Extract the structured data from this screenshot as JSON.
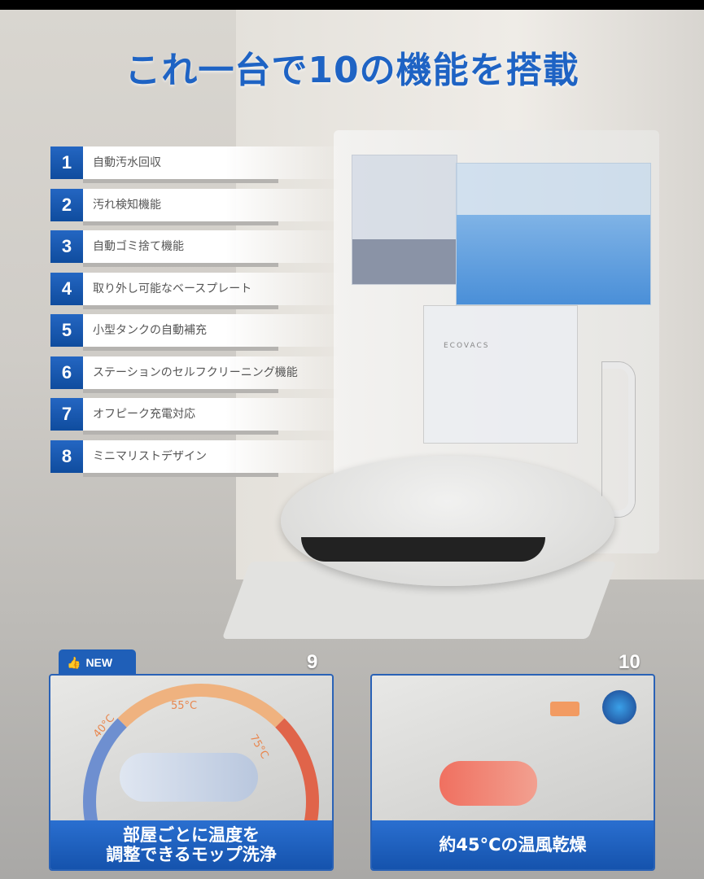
{
  "title": "これ一台で10の機能を搭載",
  "features": [
    {
      "num": "1",
      "label": "自動汚水回収"
    },
    {
      "num": "2",
      "label": "汚れ検知機能"
    },
    {
      "num": "3",
      "label": "自動ゴミ捨て機能"
    },
    {
      "num": "4",
      "label": "取り外し可能なベースプレート"
    },
    {
      "num": "5",
      "label": "小型タンクの自動補充"
    },
    {
      "num": "6",
      "label": "ステーションのセルフクリーニング機能"
    },
    {
      "num": "7",
      "label": "オフピーク充電対応"
    },
    {
      "num": "8",
      "label": "ミニマリストデザイン"
    }
  ],
  "brand": "ECOVACS",
  "panel9": {
    "num": "9",
    "badge": "NEW",
    "badge_icon": "thumbs-up-icon",
    "temps": [
      "40°C",
      "55°C",
      "75°C"
    ],
    "caption_line1": "部屋ごとに温度を",
    "caption_line2": "調整できるモップ洗浄"
  },
  "panel10": {
    "num": "10",
    "caption": "約45°Cの温風乾燥"
  },
  "colors": {
    "accent": "#1f5fb8",
    "title": "#1e63c4"
  }
}
